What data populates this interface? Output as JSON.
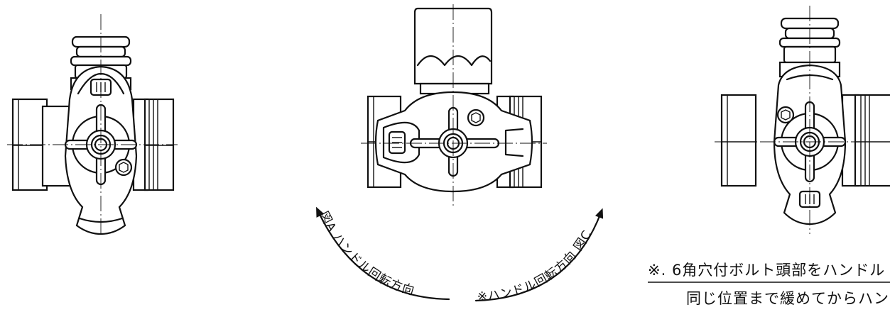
{
  "labels": {
    "left_arc": "図A ハンドル回転方向",
    "right_arc": "※ハンドル回転方向 図C",
    "note_line1": "※. 6角穴付ボルト頭部をハンドル",
    "note_line2": "同じ位置まで緩めてからハン"
  },
  "colors": {
    "line": "#111111",
    "background": "#ffffff"
  }
}
